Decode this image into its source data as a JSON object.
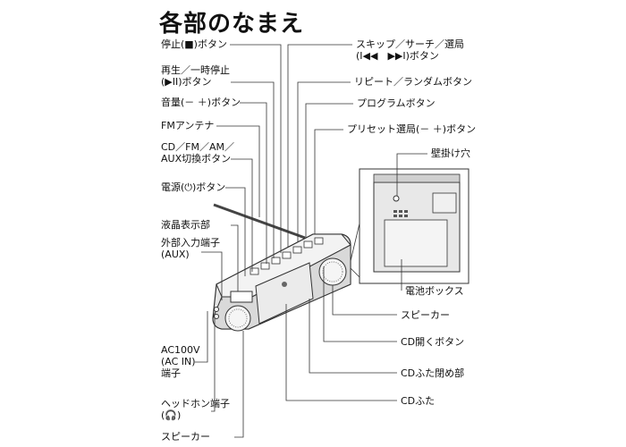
{
  "title": "各部のなまえ",
  "left_labels": {
    "stop": "停止(■)ボタン",
    "play_1": "再生／一時停止",
    "play_2": "(▶II)ボタン",
    "volume": "音量(－ ＋)ボタン",
    "fm_antenna": "FMアンテナ",
    "mode_1": "CD／FM／AM／",
    "mode_2": "AUX切換ボタン",
    "power": "電源(⏻)ボタン",
    "lcd": "液晶表示部",
    "aux_1": "外部入力端子",
    "aux_2": "(AUX)",
    "ac_1": "AC100V",
    "ac_2": "(AC IN)",
    "ac_3": "端子",
    "headphone_1": "ヘッドホン端子",
    "headphone_2": "(🎧)",
    "speaker_left": "スピーカー"
  },
  "right_labels": {
    "skip_1": "スキップ／サーチ／選局",
    "skip_2": "(I◀◀　▶▶I)ボタン",
    "repeat": "リピート／ランダムボタン",
    "program": "プログラムボタン",
    "preset": "プリセット選局(－ ＋)ボタン",
    "wall_hole": "壁掛け穴",
    "battery_box": "電池ボックス",
    "speaker_right": "スピーカー",
    "cd_open": "CD開くボタン",
    "cd_lid_close": "CDふた閉め部",
    "cd_lid": "CDふた"
  }
}
